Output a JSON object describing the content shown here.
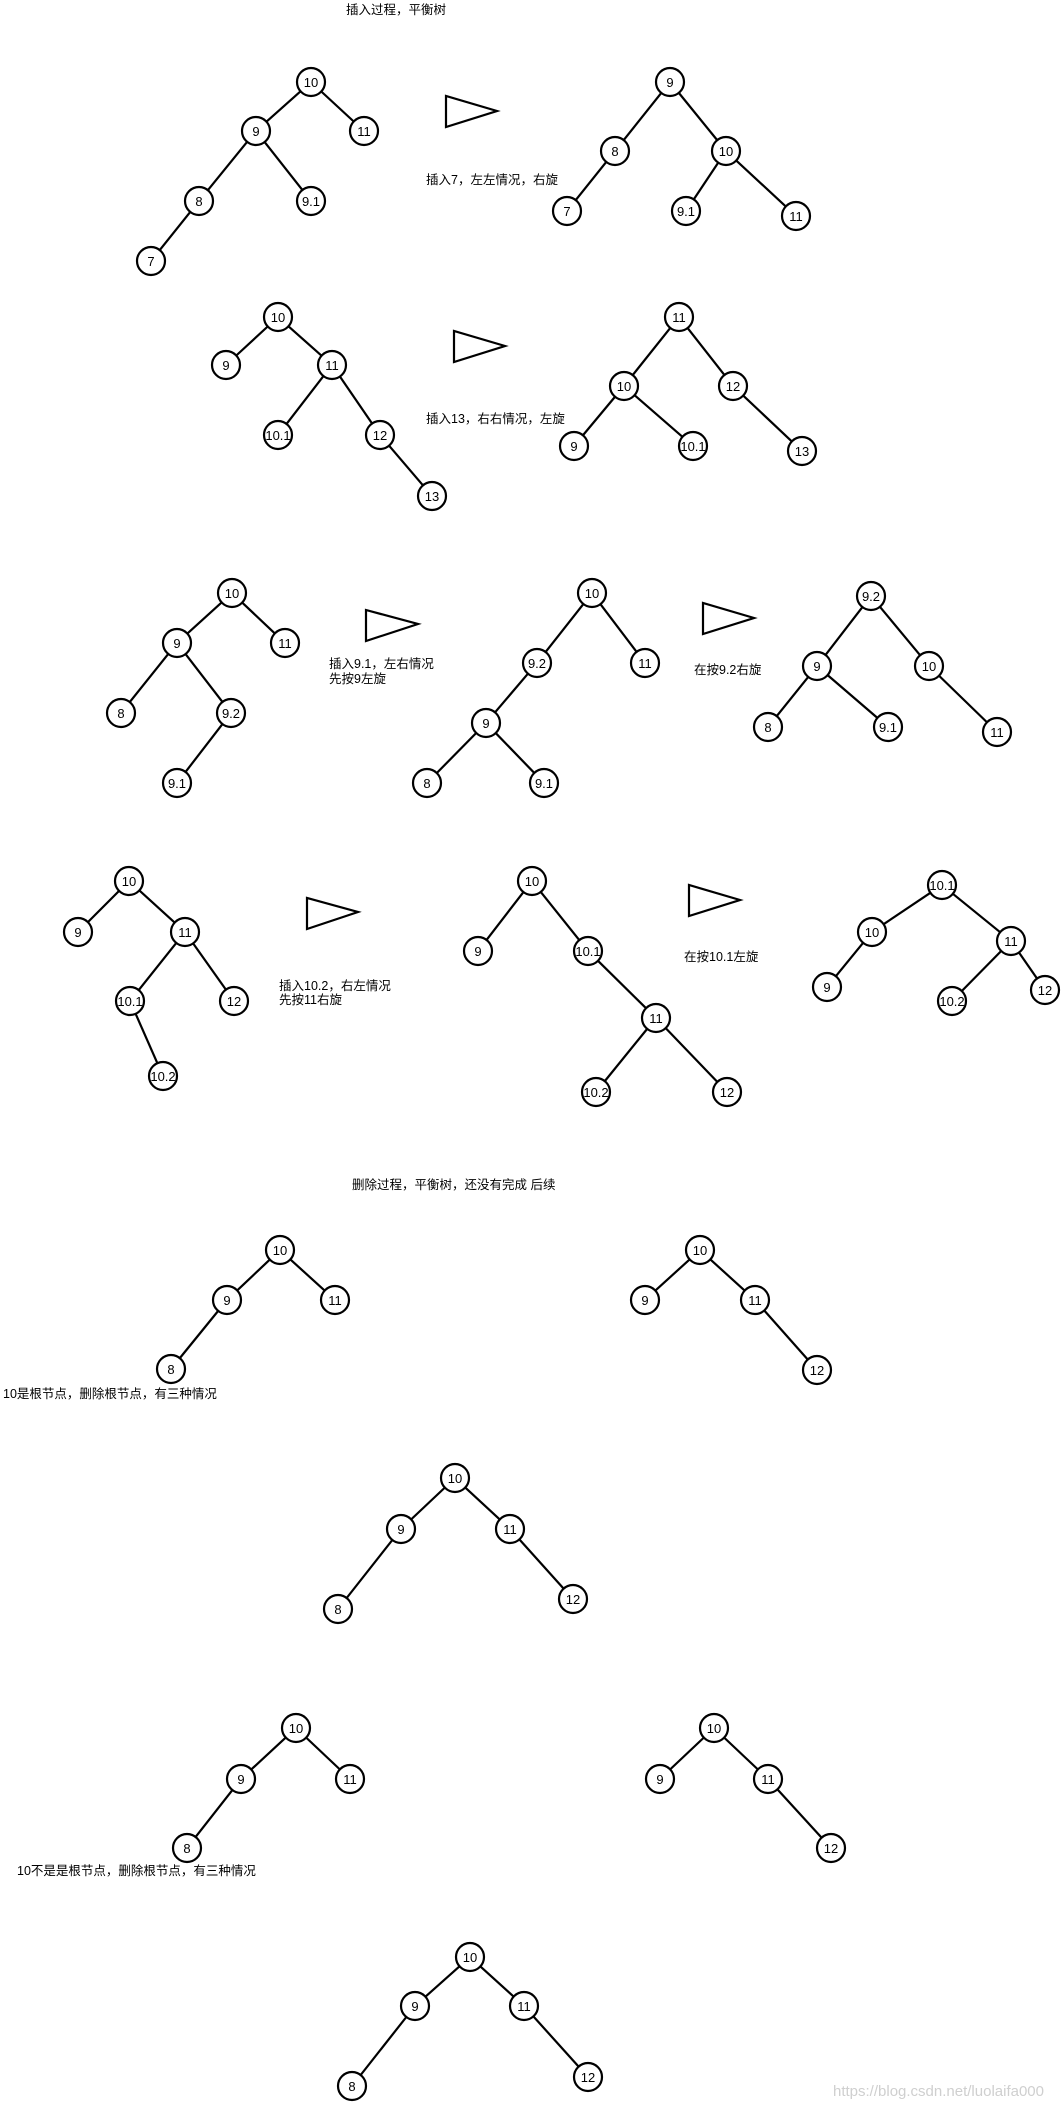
{
  "title_insert": "插入过程，平衡树",
  "title_delete": "删除过程，平衡树，还没有完成 后续",
  "watermark": "https://blog.csdn.net/luolaifa000",
  "captions": {
    "c1": "插入7，左左情况，右旋",
    "c2": "插入13，右右情况，左旋",
    "c3a": "插入9.1，左右情况",
    "c3b": "先按9左旋",
    "c3c": "在按9.2右旋",
    "c4a": "插入10.2，右左情况",
    "c4b": "先按11右旋",
    "c4c": "在按10.1左旋",
    "c5": "10是根节点，删除根节点，有三种情况",
    "c6": "10不是是根节点，删除根节点，有三种情况"
  },
  "trees": [
    {
      "id": "t1a",
      "nodes": [
        {
          "v": "10"
        },
        {
          "v": "9",
          "p": 0
        },
        {
          "v": "11",
          "p": 0
        },
        {
          "v": "8",
          "p": 1
        },
        {
          "v": "9.1",
          "p": 1
        },
        {
          "v": "7",
          "p": 3
        }
      ]
    },
    {
      "id": "t1b",
      "nodes": [
        {
          "v": "9"
        },
        {
          "v": "8",
          "p": 0
        },
        {
          "v": "10",
          "p": 0
        },
        {
          "v": "7",
          "p": 1
        },
        {
          "v": "9.1",
          "p": 2
        },
        {
          "v": "11",
          "p": 2
        }
      ]
    },
    {
      "id": "t2a",
      "nodes": [
        {
          "v": "10"
        },
        {
          "v": "9",
          "p": 0
        },
        {
          "v": "11",
          "p": 0
        },
        {
          "v": "10.1",
          "p": 2
        },
        {
          "v": "12",
          "p": 2
        },
        {
          "v": "13",
          "p": 4
        }
      ]
    },
    {
      "id": "t2b",
      "nodes": [
        {
          "v": "11"
        },
        {
          "v": "10",
          "p": 0
        },
        {
          "v": "12",
          "p": 0
        },
        {
          "v": "9",
          "p": 1
        },
        {
          "v": "10.1",
          "p": 1
        },
        {
          "v": "13",
          "p": 2
        }
      ]
    },
    {
      "id": "t3a",
      "nodes": [
        {
          "v": "10"
        },
        {
          "v": "9",
          "p": 0
        },
        {
          "v": "11",
          "p": 0
        },
        {
          "v": "8",
          "p": 1
        },
        {
          "v": "9.2",
          "p": 1
        },
        {
          "v": "9.1",
          "p": 4
        }
      ]
    },
    {
      "id": "t3b",
      "nodes": [
        {
          "v": "10"
        },
        {
          "v": "9.2",
          "p": 0
        },
        {
          "v": "11",
          "p": 0
        },
        {
          "v": "9",
          "p": 1
        },
        {
          "v": "8",
          "p": 3
        },
        {
          "v": "9.1",
          "p": 3
        }
      ]
    },
    {
      "id": "t3c",
      "nodes": [
        {
          "v": "9.2"
        },
        {
          "v": "9",
          "p": 0
        },
        {
          "v": "10",
          "p": 0
        },
        {
          "v": "8",
          "p": 1
        },
        {
          "v": "9.1",
          "p": 1
        },
        {
          "v": "11",
          "p": 2
        }
      ]
    },
    {
      "id": "t4a",
      "nodes": [
        {
          "v": "10"
        },
        {
          "v": "9",
          "p": 0
        },
        {
          "v": "11",
          "p": 0
        },
        {
          "v": "10.1",
          "p": 2
        },
        {
          "v": "12",
          "p": 2
        },
        {
          "v": "10.2",
          "p": 3
        }
      ]
    },
    {
      "id": "t4b",
      "nodes": [
        {
          "v": "10"
        },
        {
          "v": "9",
          "p": 0
        },
        {
          "v": "10.1",
          "p": 0
        },
        {
          "v": "11",
          "p": 2
        },
        {
          "v": "10.2",
          "p": 3
        },
        {
          "v": "12",
          "p": 3
        }
      ]
    },
    {
      "id": "t4c",
      "nodes": [
        {
          "v": "10.1"
        },
        {
          "v": "10",
          "p": 0
        },
        {
          "v": "11",
          "p": 0
        },
        {
          "v": "9",
          "p": 1
        },
        {
          "v": "10.2",
          "p": 2
        },
        {
          "v": "12",
          "p": 2
        }
      ]
    },
    {
      "id": "t5a",
      "nodes": [
        {
          "v": "10"
        },
        {
          "v": "9",
          "p": 0
        },
        {
          "v": "11",
          "p": 0
        },
        {
          "v": "8",
          "p": 1
        }
      ]
    },
    {
      "id": "t5b",
      "nodes": [
        {
          "v": "10"
        },
        {
          "v": "9",
          "p": 0
        },
        {
          "v": "11",
          "p": 0
        },
        {
          "v": "12",
          "p": 2
        }
      ]
    },
    {
      "id": "t5c",
      "nodes": [
        {
          "v": "10"
        },
        {
          "v": "9",
          "p": 0
        },
        {
          "v": "11",
          "p": 0
        },
        {
          "v": "8",
          "p": 1
        },
        {
          "v": "12",
          "p": 2
        }
      ]
    },
    {
      "id": "t6a",
      "nodes": [
        {
          "v": "10"
        },
        {
          "v": "9",
          "p": 0
        },
        {
          "v": "11",
          "p": 0
        },
        {
          "v": "8",
          "p": 1
        }
      ]
    },
    {
      "id": "t6b",
      "nodes": [
        {
          "v": "10"
        },
        {
          "v": "9",
          "p": 0
        },
        {
          "v": "11",
          "p": 0
        },
        {
          "v": "12",
          "p": 2
        }
      ]
    },
    {
      "id": "t6c",
      "nodes": [
        {
          "v": "10"
        },
        {
          "v": "9",
          "p": 0
        },
        {
          "v": "11",
          "p": 0
        },
        {
          "v": "8",
          "p": 1
        },
        {
          "v": "12",
          "p": 2
        }
      ]
    }
  ]
}
